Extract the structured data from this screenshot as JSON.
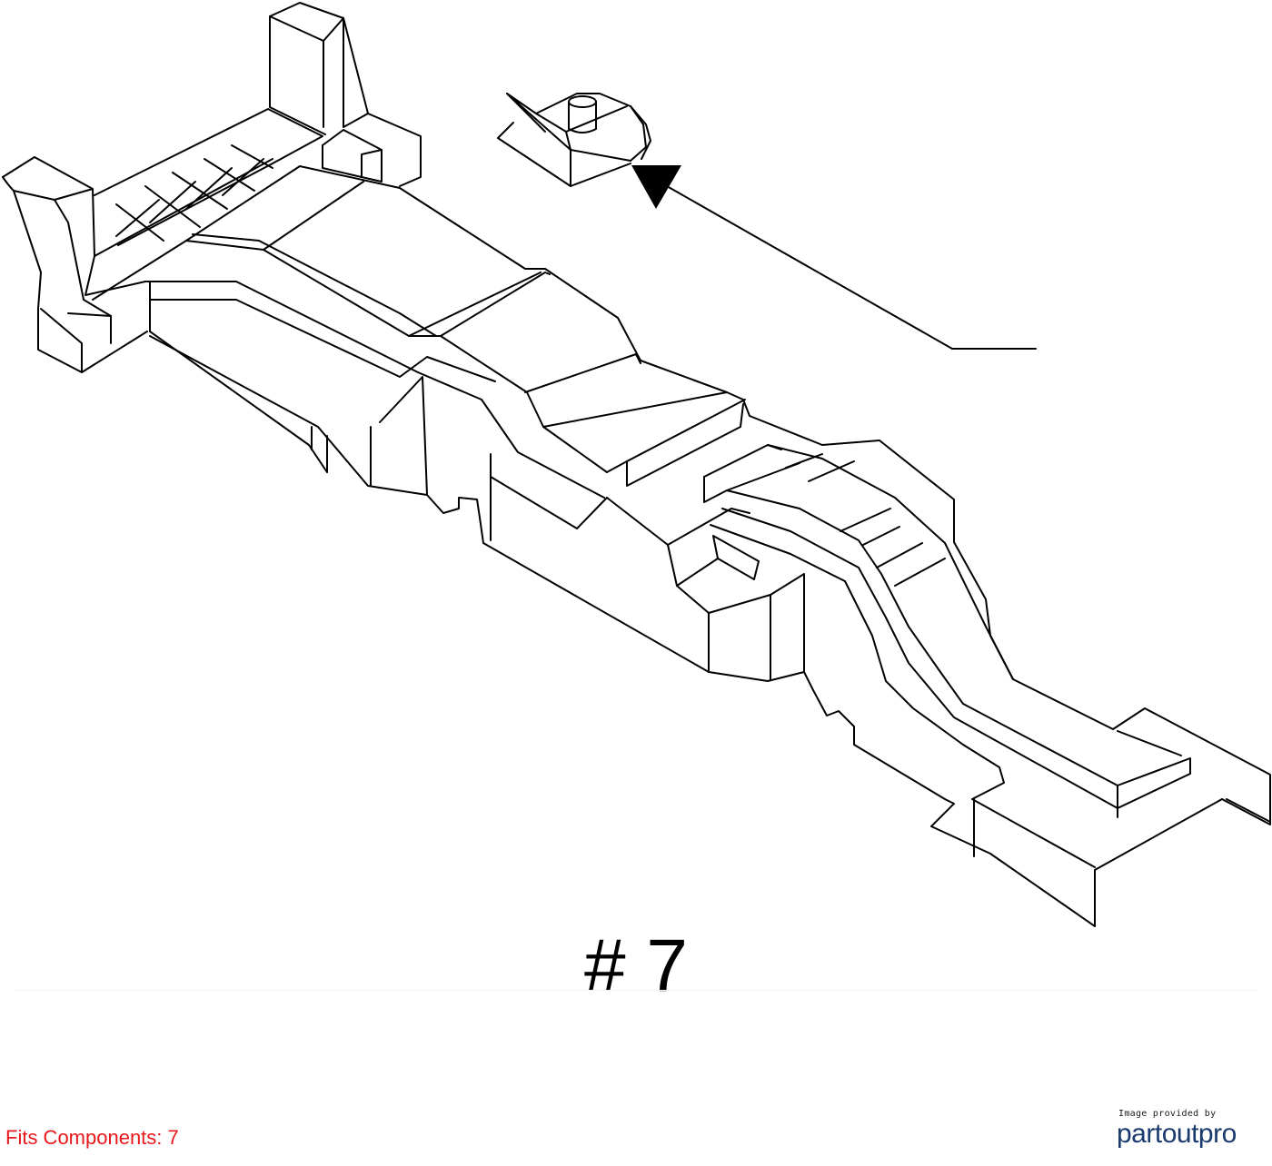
{
  "callout": {
    "number_label": "# 7"
  },
  "caption": {
    "fits_components": "Fits Components: 7",
    "color": "#e8171b"
  },
  "provider": {
    "caption": "Image provided by",
    "logo_text": "partoutpro",
    "color": "#1a3a6e"
  },
  "icons": {
    "pointer": "triangle-arrow-icon",
    "clip": "retainer-clip-icon"
  }
}
